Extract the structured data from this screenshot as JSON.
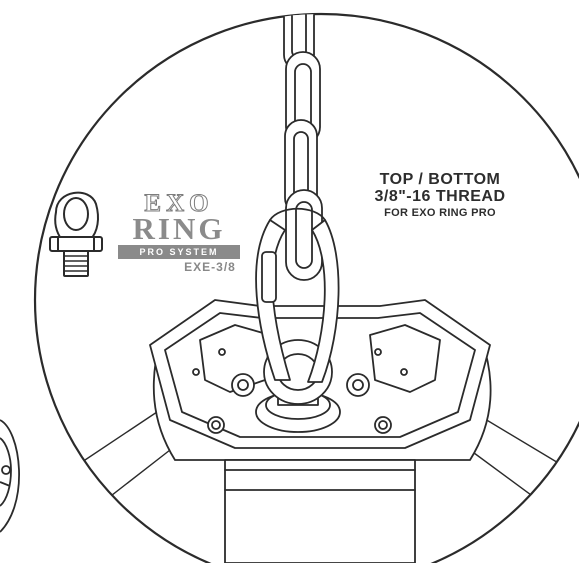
{
  "callout": {
    "line1": "TOP / BOTTOM",
    "line2": "3/8\"-16 THREAD",
    "line3": "FOR EXO RING PRO"
  },
  "logo": {
    "word1": "EXO",
    "word2": "RING",
    "tagline": "PRO SYSTEM"
  },
  "product": {
    "model": "EXE-3/8"
  },
  "colors": {
    "line": "#2b2b2b",
    "logo_gray": "#8a8a8a",
    "text_dark": "#2d2d2d"
  }
}
